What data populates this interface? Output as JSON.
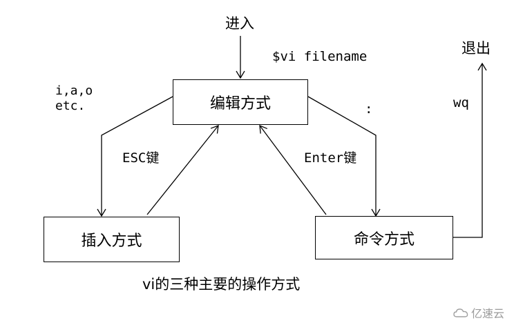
{
  "diagram": {
    "nodes": {
      "edit_mode": "编辑方式",
      "insert_mode": "插入方式",
      "command_mode": "命令方式"
    },
    "labels": {
      "enter": "进入",
      "command_line": "$vi filename",
      "exit": "退出",
      "insert_keys_line1": "i,a,o",
      "insert_keys_line2": "etc.",
      "colon": ":",
      "wq": "wq",
      "esc_key": "ESC键",
      "enter_key": "Enter键"
    },
    "caption": "vi的三种主要的操作方式"
  },
  "watermark": {
    "text": "亿速云",
    "icon": "cloud-logo-icon"
  }
}
